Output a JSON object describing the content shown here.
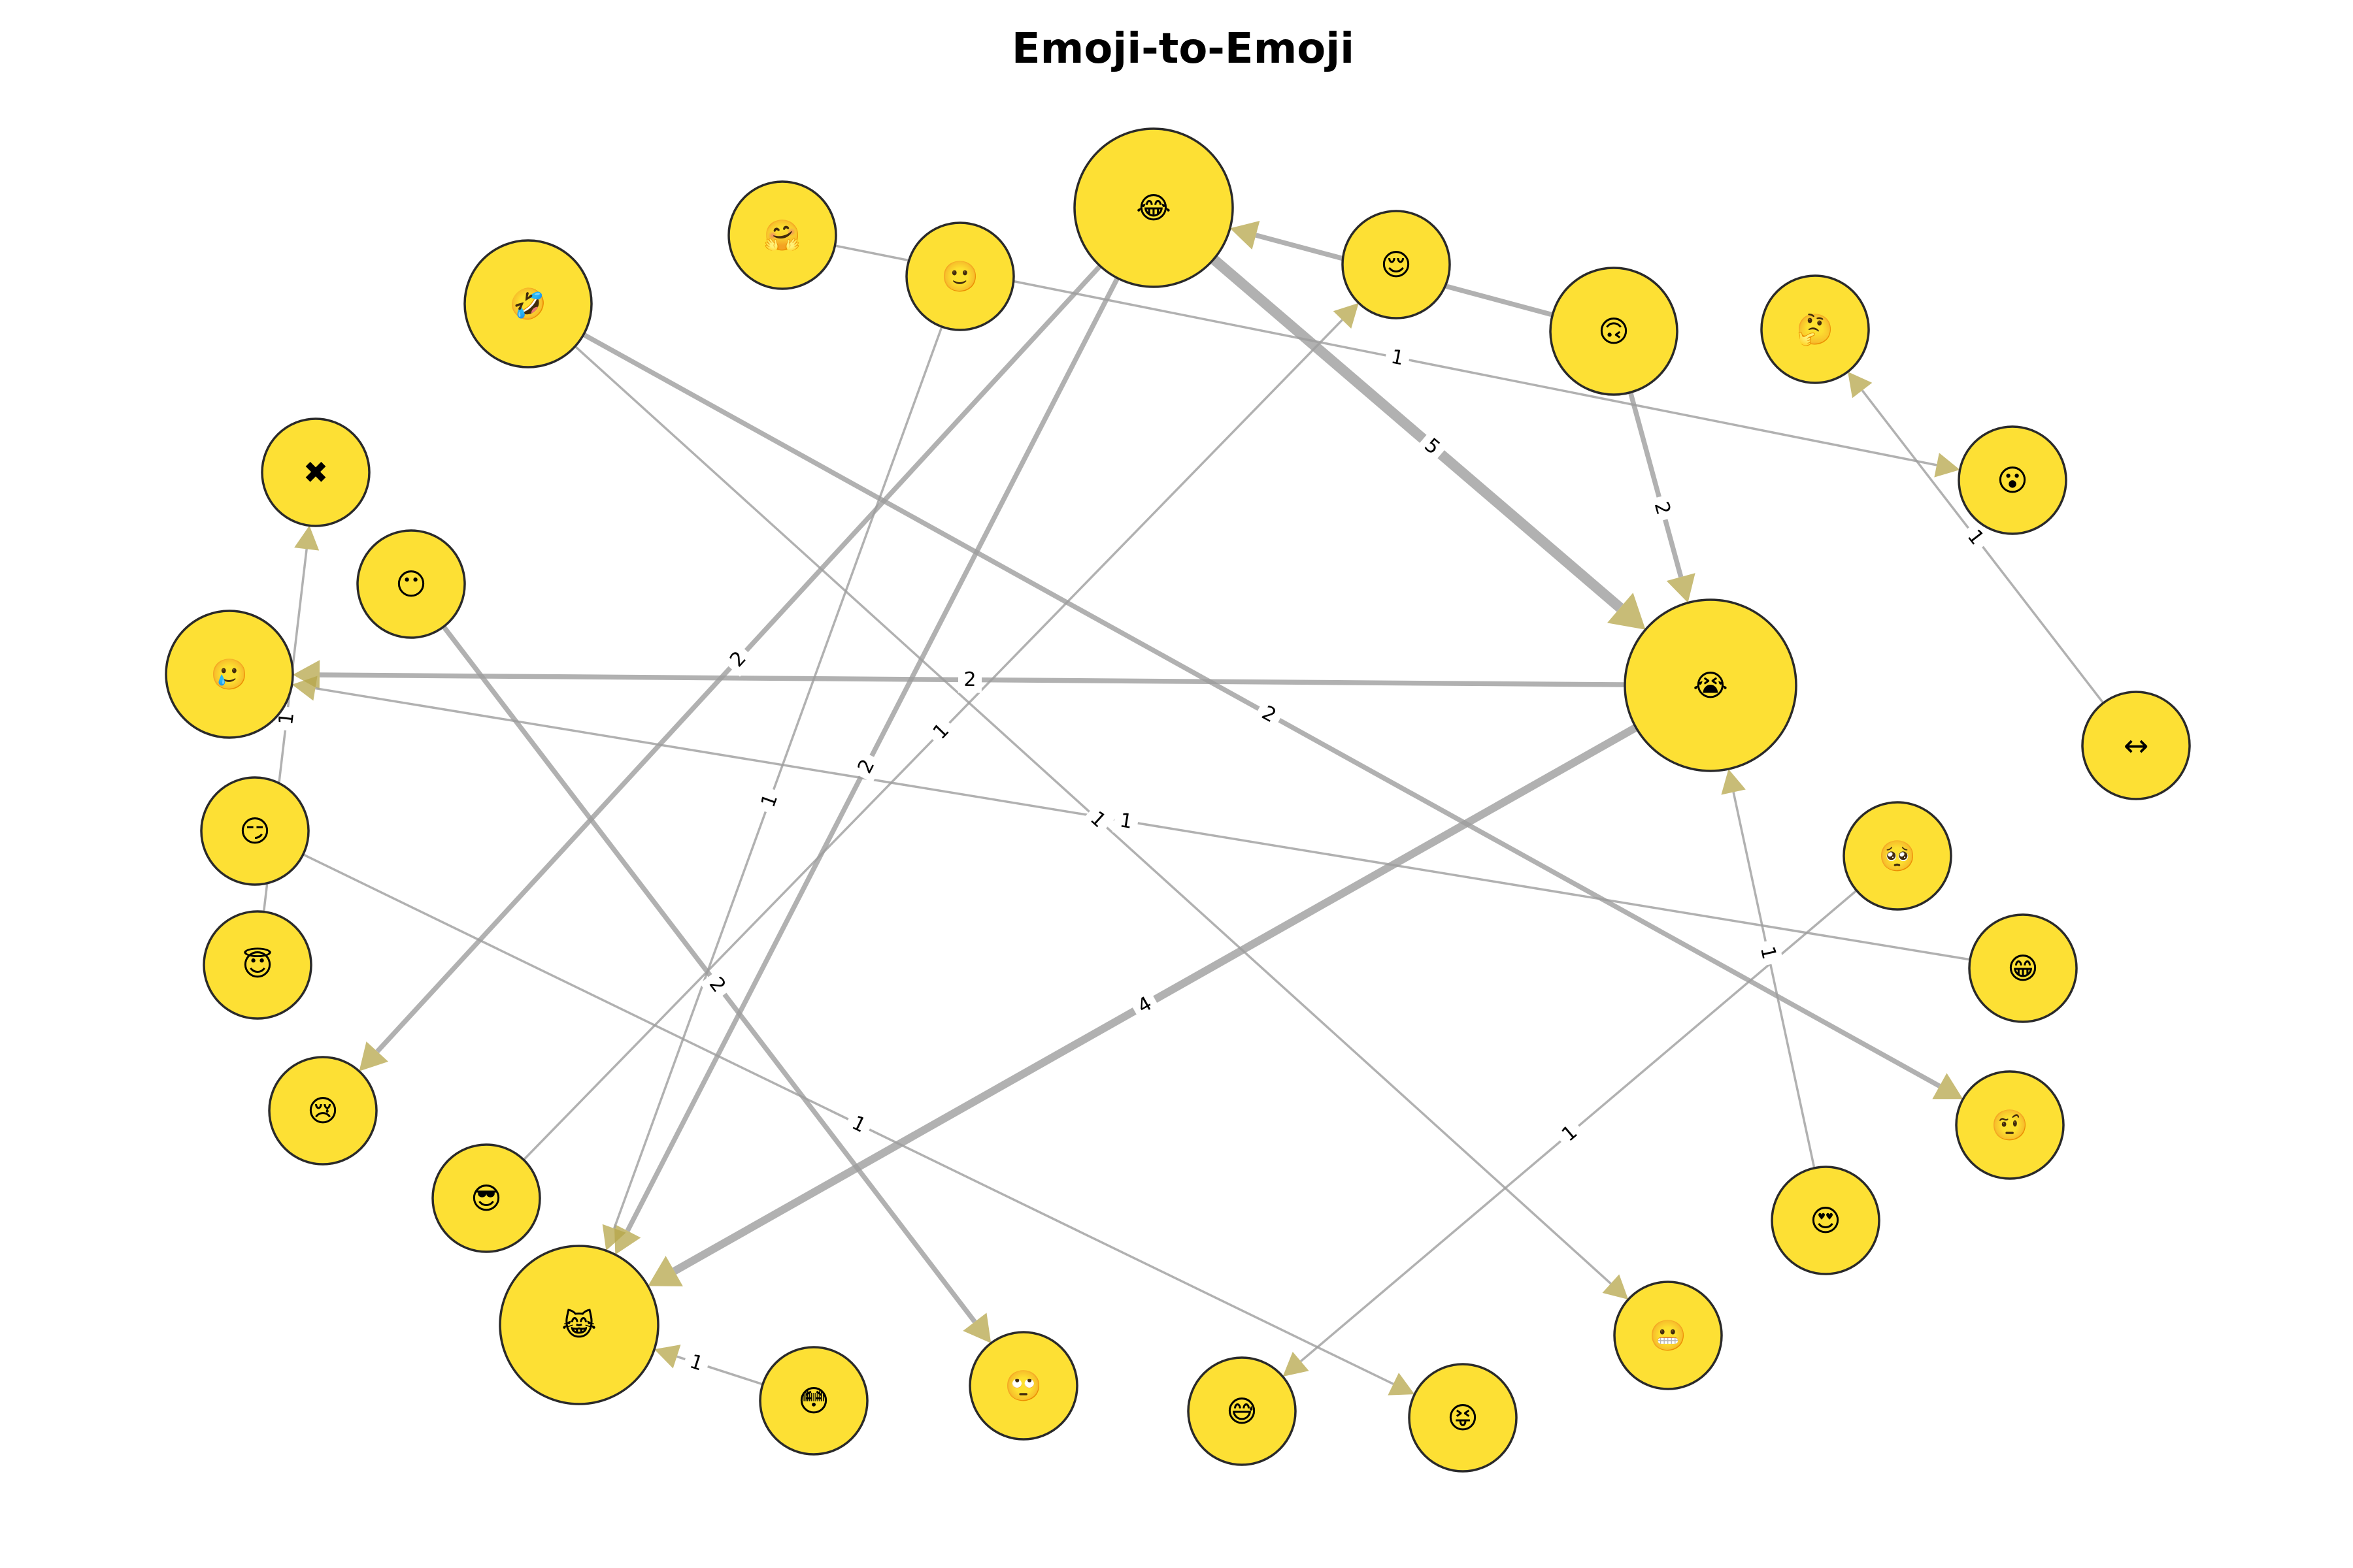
{
  "title": "Emoji-to-Emoji",
  "colors": {
    "node_fill": "#fde034",
    "node_stroke": "#2a2a2a",
    "edge": "#9e9e9e",
    "background": "#ffffff"
  },
  "nodes": [
    {
      "id": "n_grin_sweat",
      "label": "😂"
    },
    {
      "id": "n_relieved",
      "label": "😌"
    },
    {
      "id": "n_top1",
      "label": "🤗"
    },
    {
      "id": "n_top2",
      "label": "🙂"
    },
    {
      "id": "n_top3",
      "label": "🤔"
    },
    {
      "id": "n_top_right",
      "label": "🙃"
    },
    {
      "id": "n_top_left",
      "label": "🤣"
    },
    {
      "id": "n_wow",
      "label": "😮"
    },
    {
      "id": "n_cross",
      "label": "✖"
    },
    {
      "id": "n_left_small",
      "label": "😶"
    },
    {
      "id": "n_left_big",
      "label": "🥲"
    },
    {
      "id": "n_loudly",
      "label": "😭"
    },
    {
      "id": "n_arrow",
      "label": "↔"
    },
    {
      "id": "n_smirk",
      "label": "😏"
    },
    {
      "id": "n_left_low",
      "label": "😇"
    },
    {
      "id": "n_right_mid",
      "label": "🥺"
    },
    {
      "id": "n_grin",
      "label": "😁"
    },
    {
      "id": "n_sad",
      "label": "😢"
    },
    {
      "id": "n_right_low",
      "label": "🤨"
    },
    {
      "id": "n_heart_eyes",
      "label": "😍"
    },
    {
      "id": "n_cool",
      "label": "😎"
    },
    {
      "id": "n_cat",
      "label": "😹"
    },
    {
      "id": "n_bottom1",
      "label": "😳"
    },
    {
      "id": "n_bottom2",
      "label": "🙄"
    },
    {
      "id": "n_bottom3",
      "label": "😅"
    },
    {
      "id": "n_tongue",
      "label": "😝"
    },
    {
      "id": "n_bottom_right",
      "label": "😬"
    }
  ],
  "edges": [
    {
      "source": "n_grin_sweat",
      "target": "n_loudly",
      "weight": 5,
      "label": "5"
    },
    {
      "source": "n_loudly",
      "target": "n_cat",
      "weight": 4,
      "label": "4"
    },
    {
      "source": "n_top_right",
      "target": "n_grin_sweat",
      "weight": 2,
      "label": ""
    },
    {
      "source": "n_top_right",
      "target": "n_loudly",
      "weight": 2,
      "label": "2"
    },
    {
      "source": "n_loudly",
      "target": "n_left_big",
      "weight": 2,
      "label": "2"
    },
    {
      "source": "n_grin_sweat",
      "target": "n_sad",
      "weight": 2,
      "label": "2"
    },
    {
      "source": "n_grin_sweat",
      "target": "n_cat",
      "weight": 2,
      "label": "2"
    },
    {
      "source": "n_top_left",
      "target": "n_right_low",
      "weight": 2,
      "label": "2"
    },
    {
      "source": "n_left_small",
      "target": "n_bottom2",
      "weight": 2,
      "label": "2"
    },
    {
      "source": "n_top1",
      "target": "n_wow",
      "weight": 1,
      "label": "1"
    },
    {
      "source": "n_top2",
      "target": "n_cat",
      "weight": 1,
      "label": "1"
    },
    {
      "source": "n_cool",
      "target": "n_relieved",
      "weight": 1,
      "label": "1"
    },
    {
      "source": "n_top_left",
      "target": "n_bottom_right",
      "weight": 1,
      "label": "1"
    },
    {
      "source": "n_grin",
      "target": "n_left_big",
      "weight": 1,
      "label": "1"
    },
    {
      "source": "n_heart_eyes",
      "target": "n_loudly",
      "weight": 1,
      "label": "1"
    },
    {
      "source": "n_arrow",
      "target": "n_top3",
      "weight": 1,
      "label": "1"
    },
    {
      "source": "n_left_low",
      "target": "n_cross",
      "weight": 1,
      "label": "1"
    },
    {
      "source": "n_smirk",
      "target": "n_tongue",
      "weight": 1,
      "label": "1"
    },
    {
      "source": "n_right_mid",
      "target": "n_bottom3",
      "weight": 1,
      "label": "1"
    },
    {
      "source": "n_bottom1",
      "target": "n_cat",
      "weight": 1,
      "label": "1"
    }
  ]
}
